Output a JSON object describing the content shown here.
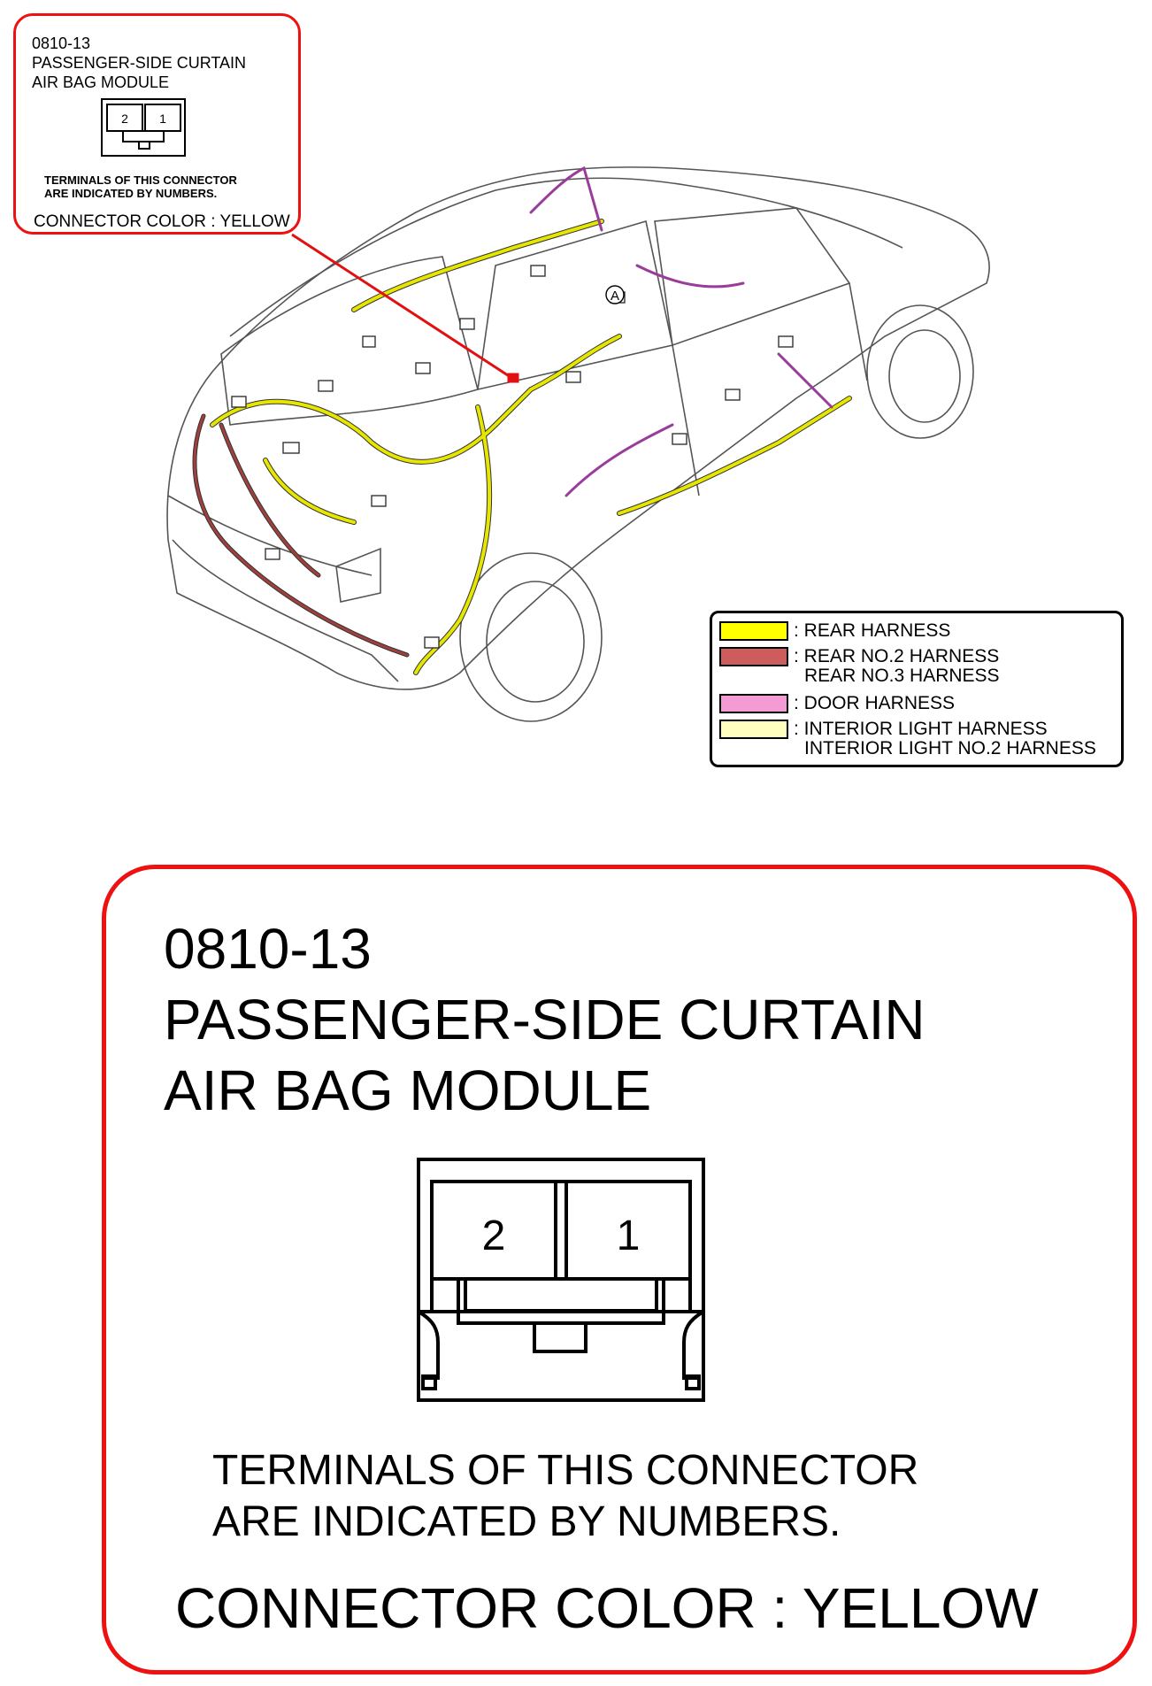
{
  "connector": {
    "code": "0810-13",
    "name_line1": "PASSENGER-SIDE CURTAIN",
    "name_line2": "AIR BAG MODULE",
    "terminal_left": "2",
    "terminal_right": "1",
    "note_line1": "TERMINALS OF THIS CONNECTOR",
    "note_line2": "ARE INDICATED BY NUMBERS.",
    "color_label": "CONNECTOR COLOR : YELLOW"
  },
  "vehicle_marker": "A",
  "legend": [
    {
      "color": "#ffff00",
      "line1": ": REAR HARNESS",
      "line2": ""
    },
    {
      "color": "#cd5c5c",
      "line1": ": REAR NO.2 HARNESS",
      "line2": "REAR NO.3 HARNESS"
    },
    {
      "color": "#f49ad4",
      "line1": ": DOOR HARNESS",
      "line2": ""
    },
    {
      "color": "#ffffc0",
      "line1": ": INTERIOR LIGHT HARNESS",
      "line2": "INTERIOR LIGHT NO.2 HARNESS"
    }
  ],
  "colors": {
    "callout_border": "#e11111",
    "rear_harness": "#e6e600",
    "rear_no2_harness": "#a0403c",
    "door_harness": "#9a3c9a"
  }
}
